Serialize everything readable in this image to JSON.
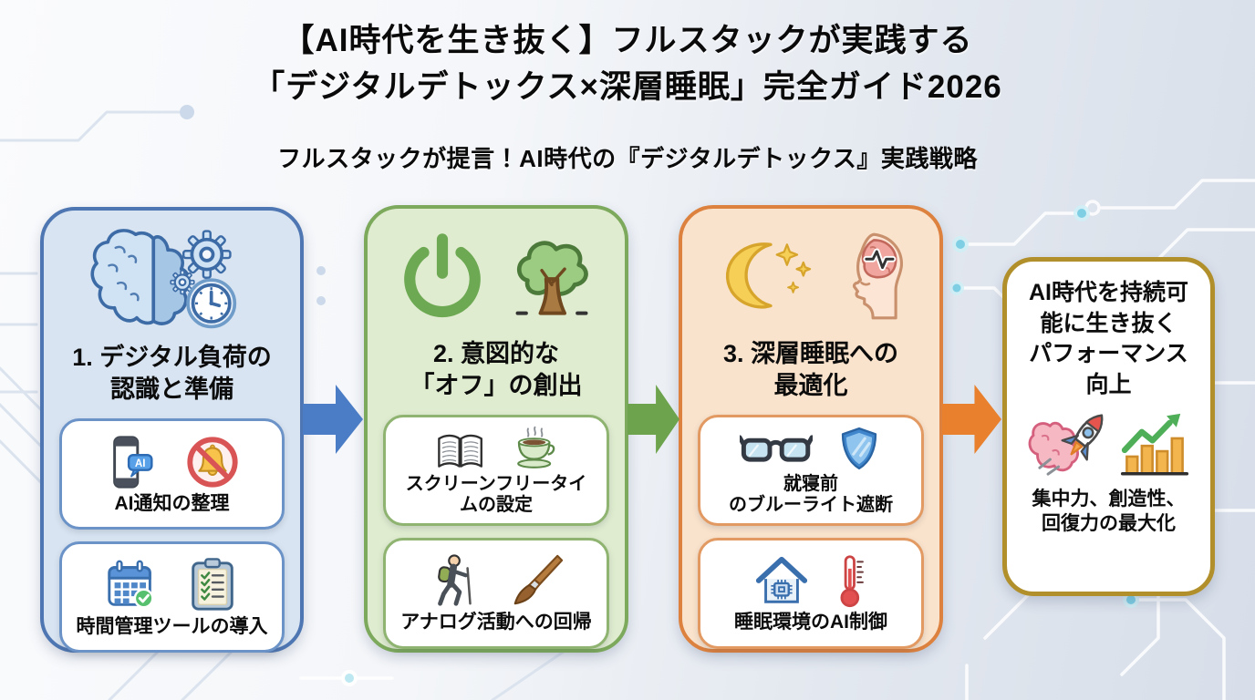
{
  "header": {
    "title_line1": "【AI時代を生き抜く】フルスタックが実践する",
    "title_line2": "「デジタルデトックス×深層睡眠」完全ガイド2026",
    "subtitle": "フルスタックが提言！AI時代の『デジタルデトックス』実践戦略"
  },
  "steps": [
    {
      "title": "1. デジタル負荷の\n認識と準備",
      "accent_color": "#4e76b2",
      "panel_bg": "#d8e4f2",
      "header_icons": [
        "brain-gears-clock-icon"
      ],
      "cards": [
        {
          "label": "AI通知の整理",
          "icon_text": "AI",
          "icons": [
            "smartphone-ai-chat-icon",
            "no-notifications-bell-icon"
          ]
        },
        {
          "label": "時間管理ツールの導入",
          "icons": [
            "calendar-check-icon",
            "checklist-clipboard-icon"
          ]
        }
      ]
    },
    {
      "title": "2. 意図的な\n「オフ」の創出",
      "accent_color": "#7ca95c",
      "panel_bg": "#dfeccf",
      "header_icons": [
        "power-off-icon",
        "tree-icon"
      ],
      "cards": [
        {
          "label": "スクリーンフリータイ\nムの設定",
          "icons": [
            "open-book-icon",
            "tea-cup-icon"
          ]
        },
        {
          "label": "アナログ活動への回帰",
          "icons": [
            "hiker-icon",
            "paintbrush-icon"
          ]
        }
      ]
    },
    {
      "title": "3. 深層睡眠への\n最適化",
      "accent_color": "#dd813f",
      "panel_bg": "#fae3cc",
      "header_icons": [
        "moon-stars-icon",
        "head-brainwave-icon"
      ],
      "cards": [
        {
          "label": "就寝前\nのブルーライト遮断",
          "icons": [
            "blue-light-glasses-icon",
            "shield-icon"
          ]
        },
        {
          "label": "睡眠環境のAI制御",
          "icons": [
            "smart-home-chip-icon",
            "thermometer-icon"
          ]
        }
      ]
    }
  ],
  "result": {
    "title": "AI時代を持続可\n能に生き抜く\nパフォーマンス\n向上",
    "caption": "集中力、創造性、\n回復力の最大化",
    "accent_color": "#b18f2b",
    "panel_bg": "#ffffff",
    "icons": [
      "rocket-brain-icon",
      "growth-chart-icon"
    ]
  },
  "arrows": [
    {
      "name": "arrow-step1-to-step2",
      "color": "#4b7dc6"
    },
    {
      "name": "arrow-step2-to-step3",
      "color": "#6ca34c"
    },
    {
      "name": "arrow-step3-to-result",
      "color": "#e8802e"
    }
  ],
  "background": {
    "base_left": "#fafbfd",
    "base_right": "#d7dee9",
    "circuit_line_left": "#dbe3ee",
    "circuit_line_right": "#ffffff",
    "circuit_node_cyan": "#7fcfe4"
  }
}
